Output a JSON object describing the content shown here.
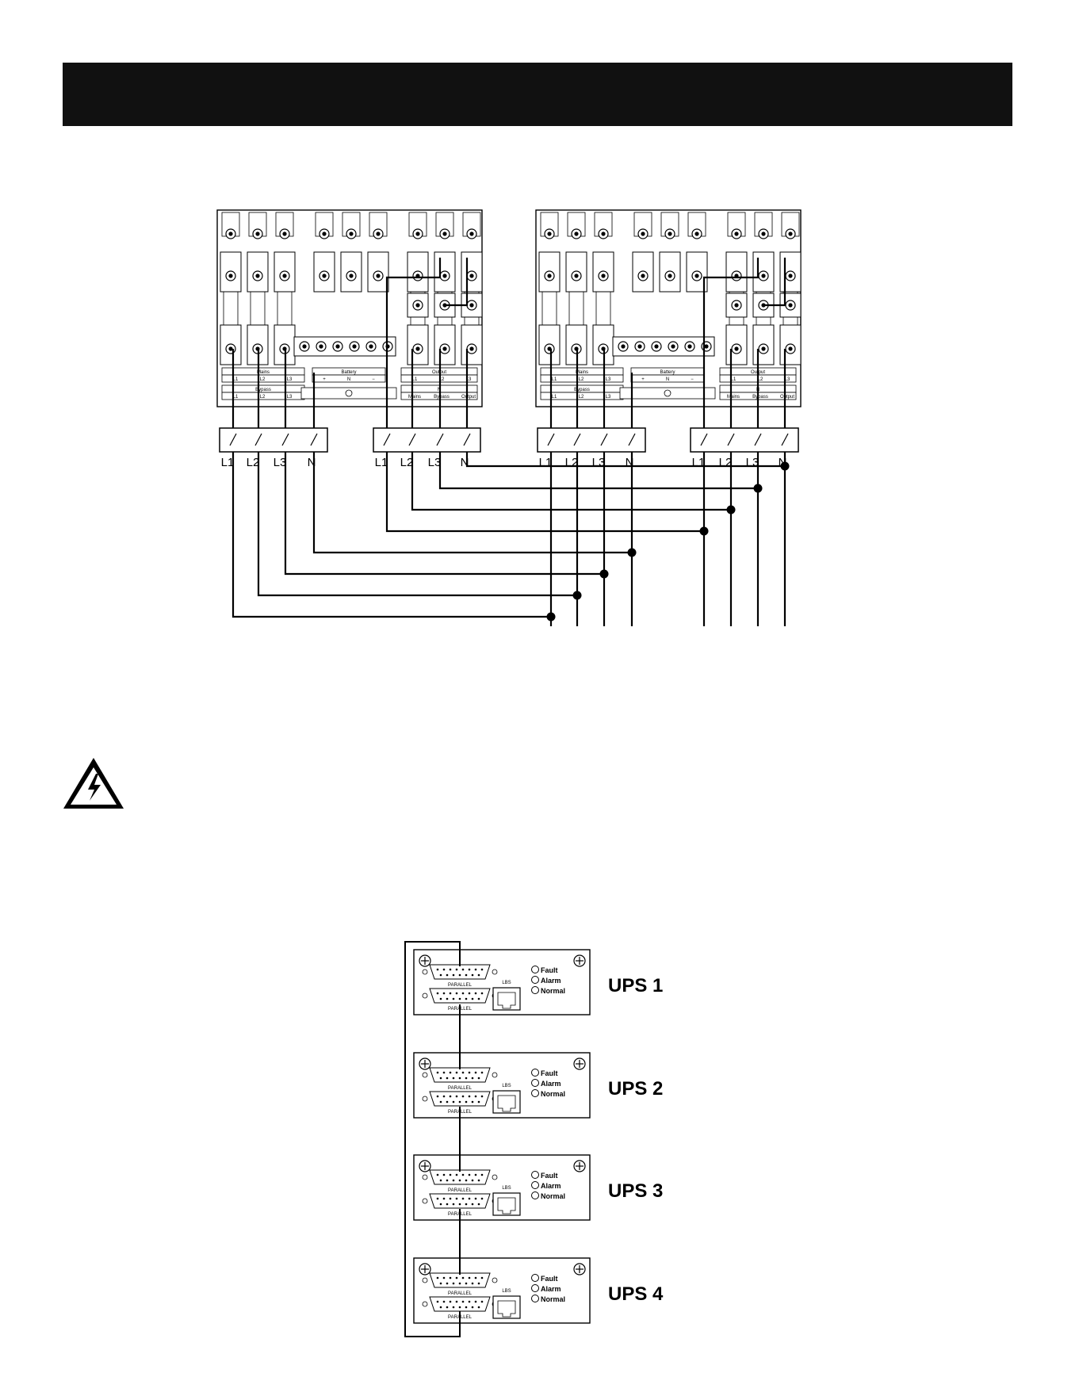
{
  "wiring": {
    "panel_labels": {
      "mains": "Mains",
      "bypass": "Bypass",
      "battery": "Battery",
      "output": "Output",
      "l1": "L1",
      "l2": "L2",
      "l3": "L3",
      "n": "N",
      "plus": "+",
      "minus": "−",
      "out_n_mains": "Mains",
      "out_n_bypass": "Bypass",
      "out_n_output": "Output"
    },
    "breaker_terminals": [
      "L1",
      "L2",
      "L3",
      "N"
    ]
  },
  "parallel_boards": {
    "connector_label": "PARALLEL",
    "lbs_label": "LBS",
    "leds": [
      "Fault",
      "Alarm",
      "Normal"
    ],
    "units": [
      {
        "label": "UPS 1"
      },
      {
        "label": "UPS 2"
      },
      {
        "label": "UPS 3"
      },
      {
        "label": "UPS 4"
      }
    ]
  }
}
